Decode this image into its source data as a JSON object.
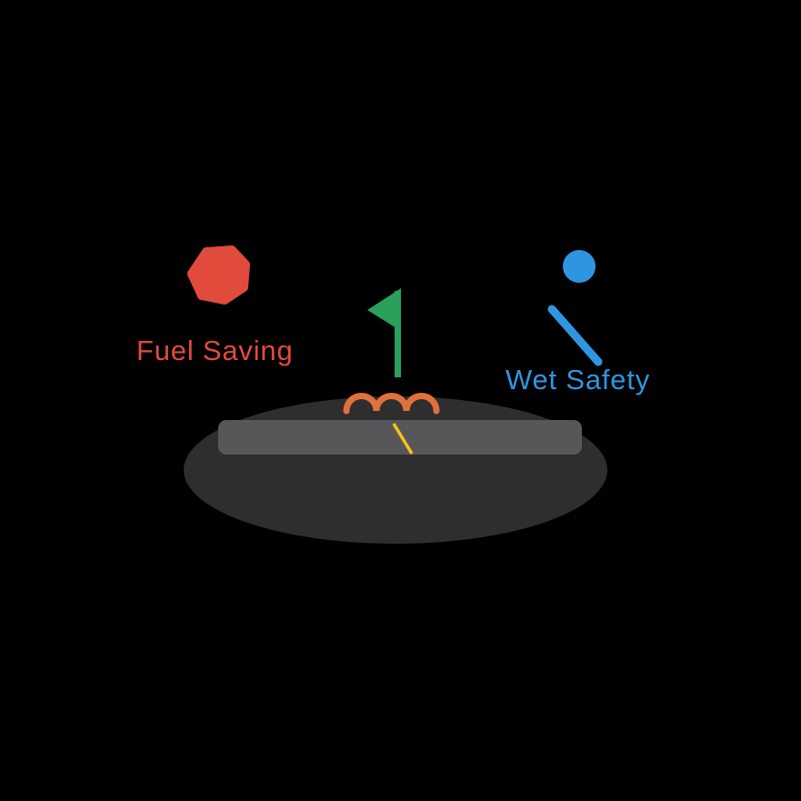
{
  "scene": {
    "background": "#000000"
  },
  "labels": {
    "fuel_saving": "Fuel Saving",
    "wet_safety": "Wet Safety"
  },
  "colors": {
    "fuel_red": "#e14b3b",
    "flag_green": "#2aa159",
    "wet_blue": "#2e96e1",
    "heat_orange": "#e1713b",
    "tire_dark": "#2e2e2e",
    "tread_gray": "#57575a",
    "sipe_yellow": "#f2c518"
  },
  "icons": {
    "fuel_icon": "rounded-heptagon",
    "goal_flag_icon": "pennant-flag-on-pole",
    "wet_dot_icon": "solid-dot",
    "wet_streak_icon": "diagonal-streak",
    "heat_squiggle_icon": "triple-hump-squiggle",
    "tire_icon": "tire-ellipse-with-tread-bar"
  }
}
